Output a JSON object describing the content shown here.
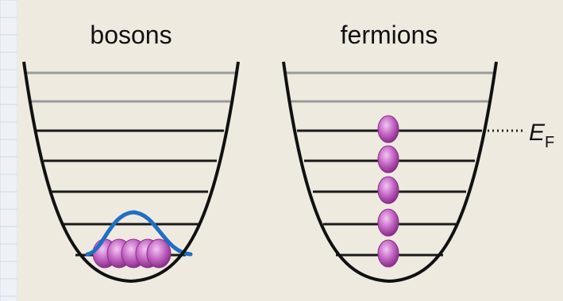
{
  "panels": [
    {
      "title": "bosons",
      "levels": 7,
      "particles_in_ground_state": 5
    },
    {
      "title": "fermions",
      "levels": 7,
      "particles_one_per_level": 5
    }
  ],
  "fermi_level": {
    "symbol": "E",
    "subscript": "F"
  },
  "colors": {
    "background": "#efeae0",
    "gridline": "#cfdbe6",
    "parabola": "#111111",
    "level_dark": "#1a1a1a",
    "level_light": "#9a9a9a",
    "particle": "#c466c4",
    "particle_dark": "#8a2f8a",
    "particle_highlight": "#f2c6f2",
    "wavefunction": "#1f6fc4"
  }
}
